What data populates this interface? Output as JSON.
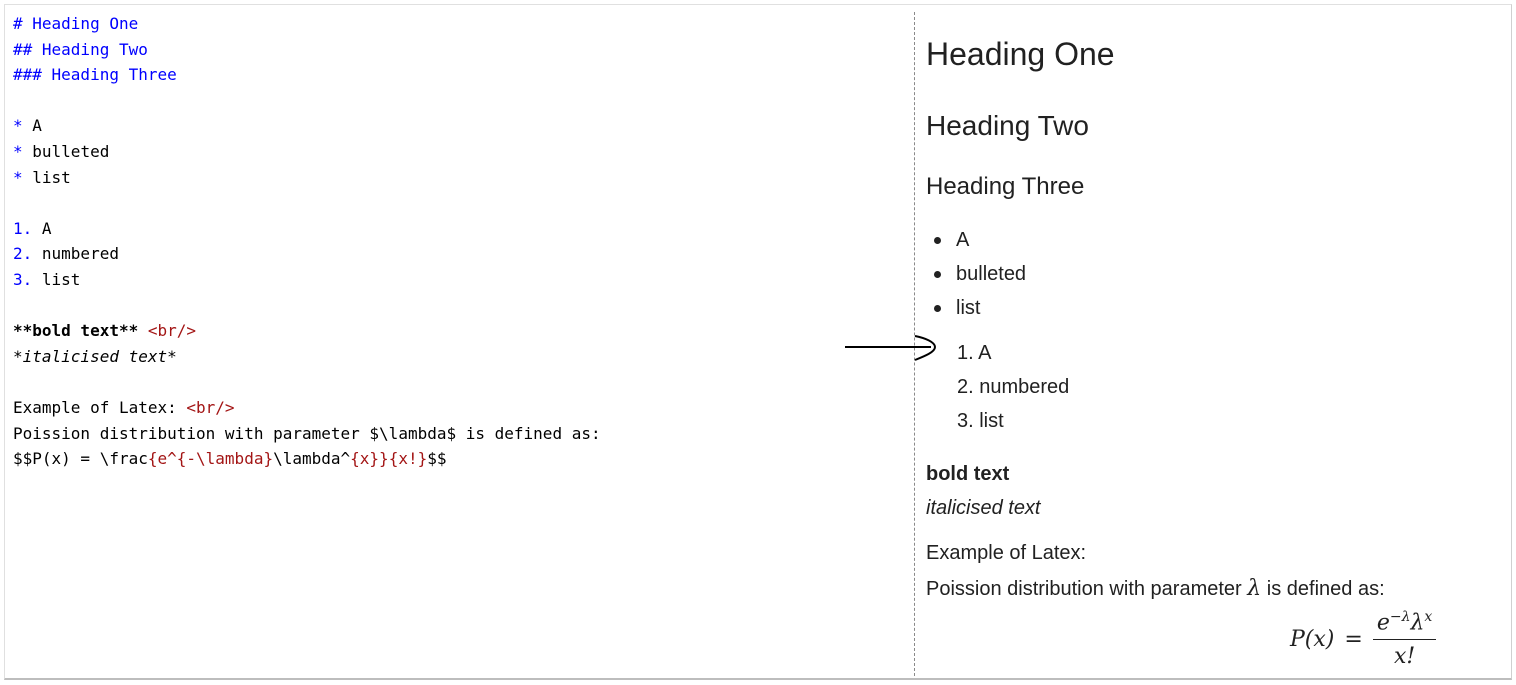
{
  "editor": {
    "lines": {
      "h1": "# Heading One",
      "h2": "## Heading Two",
      "h3": "### Heading Three",
      "b1_mark": "*",
      "b1_text": " A",
      "b2_mark": "*",
      "b2_text": " bulleted",
      "b3_mark": "*",
      "b3_text": " list",
      "n1_mark": "1.",
      "n1_text": " A",
      "n2_mark": "2.",
      "n2_text": " numbered",
      "n3_mark": "3.",
      "n3_text": " list",
      "bold_text": "**bold text**",
      "bold_br": " <br/>",
      "italic_text": "*italicised text*",
      "latex_label": "Example of Latex:",
      "latex_br": " <br/>",
      "poisson_line": "Poission distribution with parameter $\\lambda$ is defined as:",
      "formula_p1": "$$P(x) = \\frac",
      "formula_p2": "{e^{-\\lambda}",
      "formula_p3": "\\lambda^",
      "formula_p4": "{x}}{x!}",
      "formula_p5": "$$"
    }
  },
  "preview": {
    "h1": "Heading One",
    "h2": "Heading Two",
    "h3": "Heading Three",
    "bulleted": [
      "A",
      "bulleted",
      "list"
    ],
    "numbered": [
      "1. A",
      "2. numbered",
      "3. list"
    ],
    "bold": "bold text",
    "italic": "italicised text",
    "latex_label": "Example of Latex:",
    "poisson_before": "Poission distribution with parameter ",
    "lambda": "λ",
    "poisson_after": " is defined as:",
    "formula": {
      "lhs": "P(x)",
      "eq": "=",
      "num_base1": "e",
      "num_sup1": "−λ",
      "num_base2": "λ",
      "num_sup2": "x",
      "den": "x!"
    }
  },
  "colors": {
    "markdown_syntax": "#0000ff",
    "html_tag": "#a31515",
    "preview_text": "#212121"
  },
  "icons": [
    "arrow-right-icon"
  ]
}
